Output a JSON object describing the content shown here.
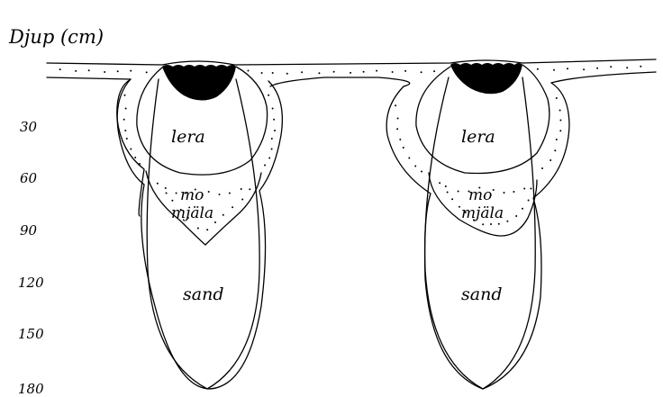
{
  "depth_axis": {
    "title": "Djup (cm)",
    "ticks": [
      "30",
      "60",
      "90",
      "120",
      "150",
      "180"
    ]
  },
  "profiles": [
    {
      "layers": [
        "lera",
        "mo",
        "mjäla",
        "sand"
      ]
    },
    {
      "layers": [
        "lera",
        "mo",
        "mjäla",
        "sand"
      ]
    }
  ],
  "colors": {
    "ink": "#000000",
    "paper": "#ffffff"
  }
}
